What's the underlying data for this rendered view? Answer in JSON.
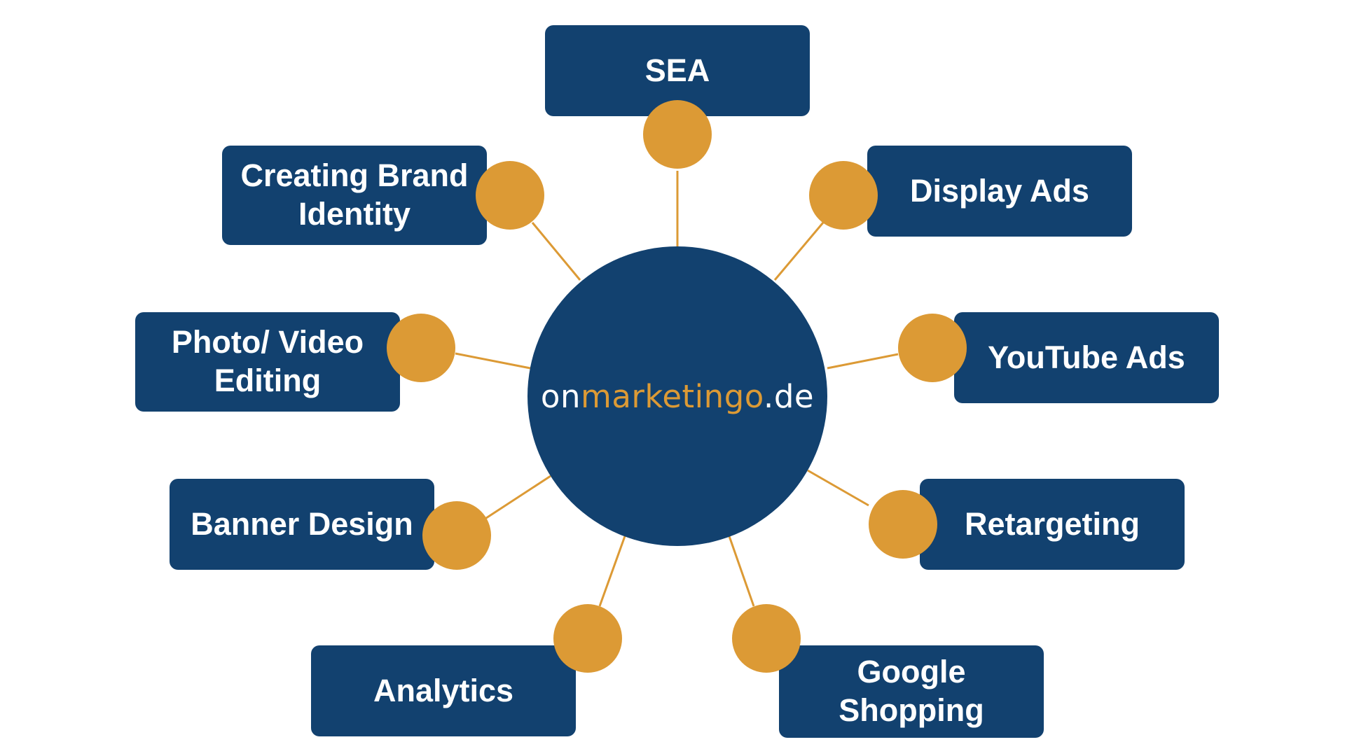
{
  "hub": {
    "prefix": "on",
    "accent": "marketingo",
    "suffix": ".de"
  },
  "colors": {
    "box": "#12416f",
    "dot": "#dc9a35",
    "line": "#dc9a35",
    "text": "#ffffff"
  },
  "nodes": {
    "sea": {
      "lines": [
        "SEA"
      ]
    },
    "display_ads": {
      "lines": [
        "Display Ads"
      ]
    },
    "youtube_ads": {
      "lines": [
        "YouTube Ads"
      ]
    },
    "retargeting": {
      "lines": [
        "Retargeting"
      ]
    },
    "google_shopping": {
      "lines": [
        "Google",
        "Shopping"
      ]
    },
    "analytics": {
      "lines": [
        "Analytics"
      ]
    },
    "banner_design": {
      "lines": [
        "Banner Design"
      ]
    },
    "photo_video_editing": {
      "lines": [
        "Photo/ Video",
        "Editing"
      ]
    },
    "brand_identity": {
      "lines": [
        "Creating Brand",
        "Identity"
      ]
    }
  }
}
